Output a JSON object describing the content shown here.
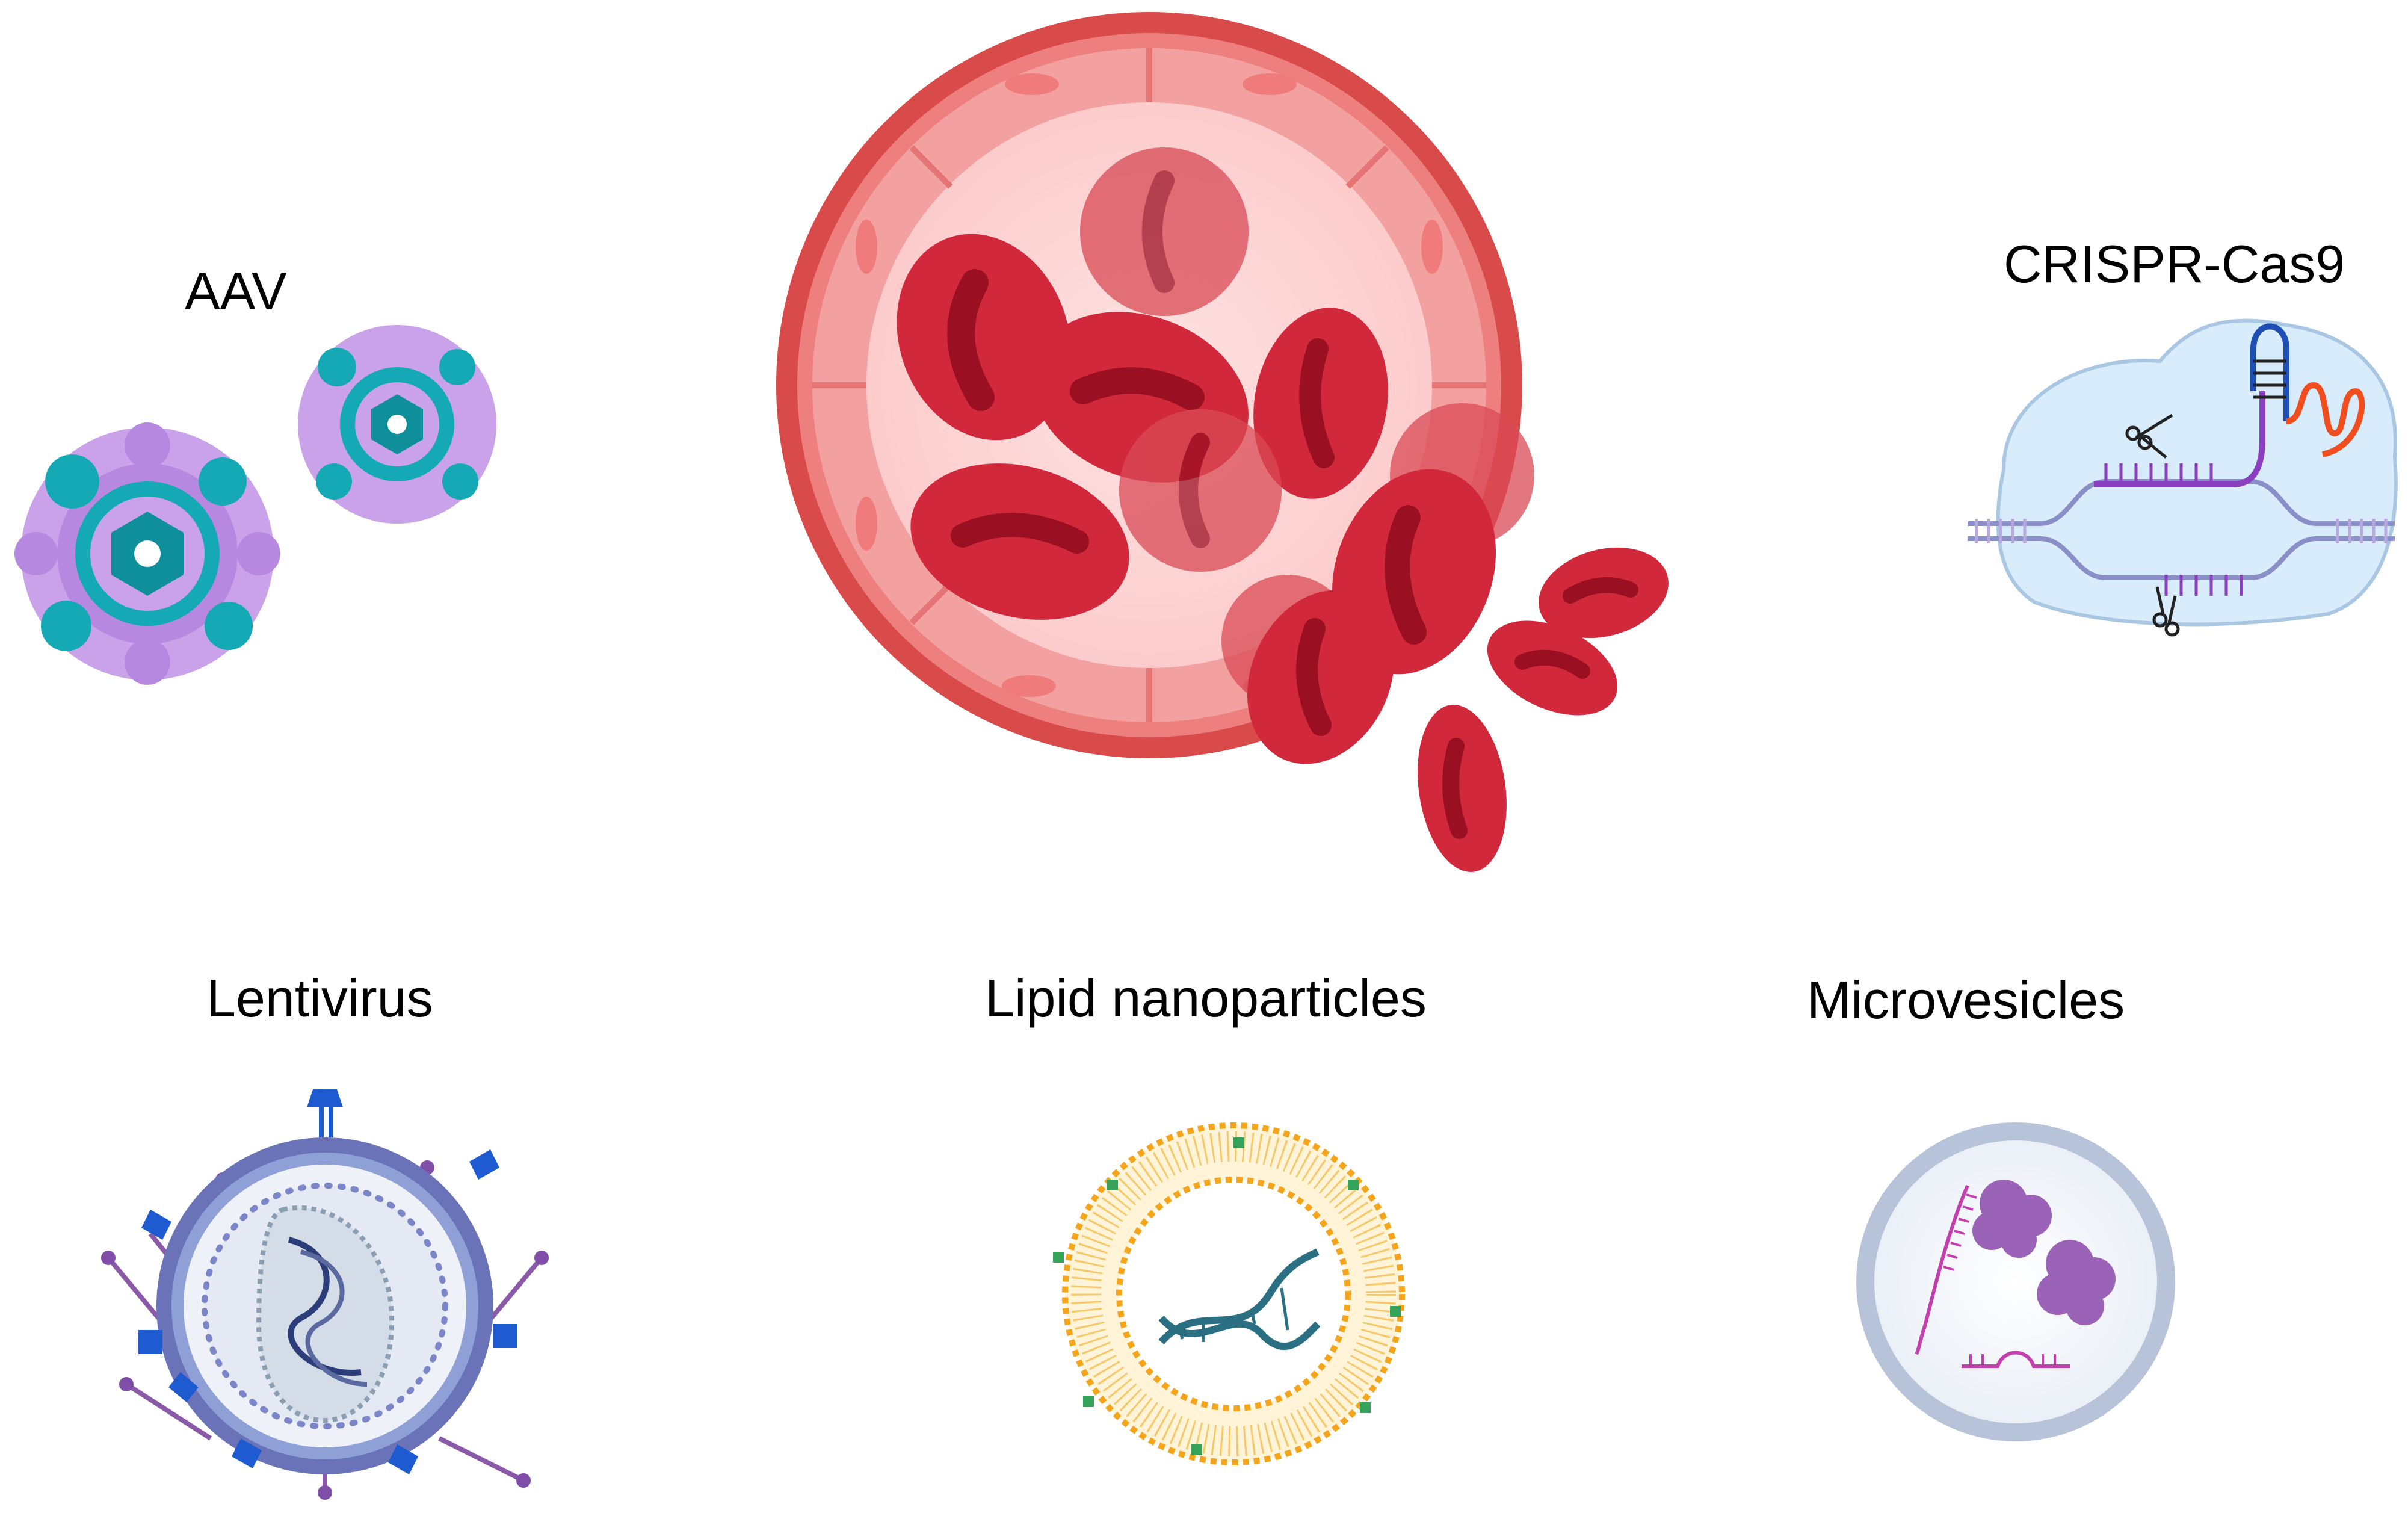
{
  "labels": {
    "aav": "AAV",
    "crispr": "CRISPR-Cas9",
    "lentivirus": "Lentivirus",
    "lipid": "Lipid nanoparticles",
    "microvesicles": "Microvesicles"
  },
  "colors": {
    "vessel_outer": "#d94a4a",
    "vessel_wall": "#f2a0a0",
    "vessel_lumen": "#fdd6d6",
    "rbc": "#d2283c",
    "rbc_dark": "#9b0f22",
    "aav_purple": "#c9a2ea",
    "aav_teal": "#14a9b5",
    "lenti_ring": "#6a72b8",
    "lenti_spike": "#1f5bd0",
    "lipid_orange": "#f5a51c",
    "lipid_green": "#35a35a",
    "dna_teal": "#2a6f82",
    "mv_ring": "#b6c3d9",
    "mv_purple": "#9a63b8",
    "crispr_cell": "#d9ecfb",
    "crispr_purple": "#8a3fbf"
  }
}
